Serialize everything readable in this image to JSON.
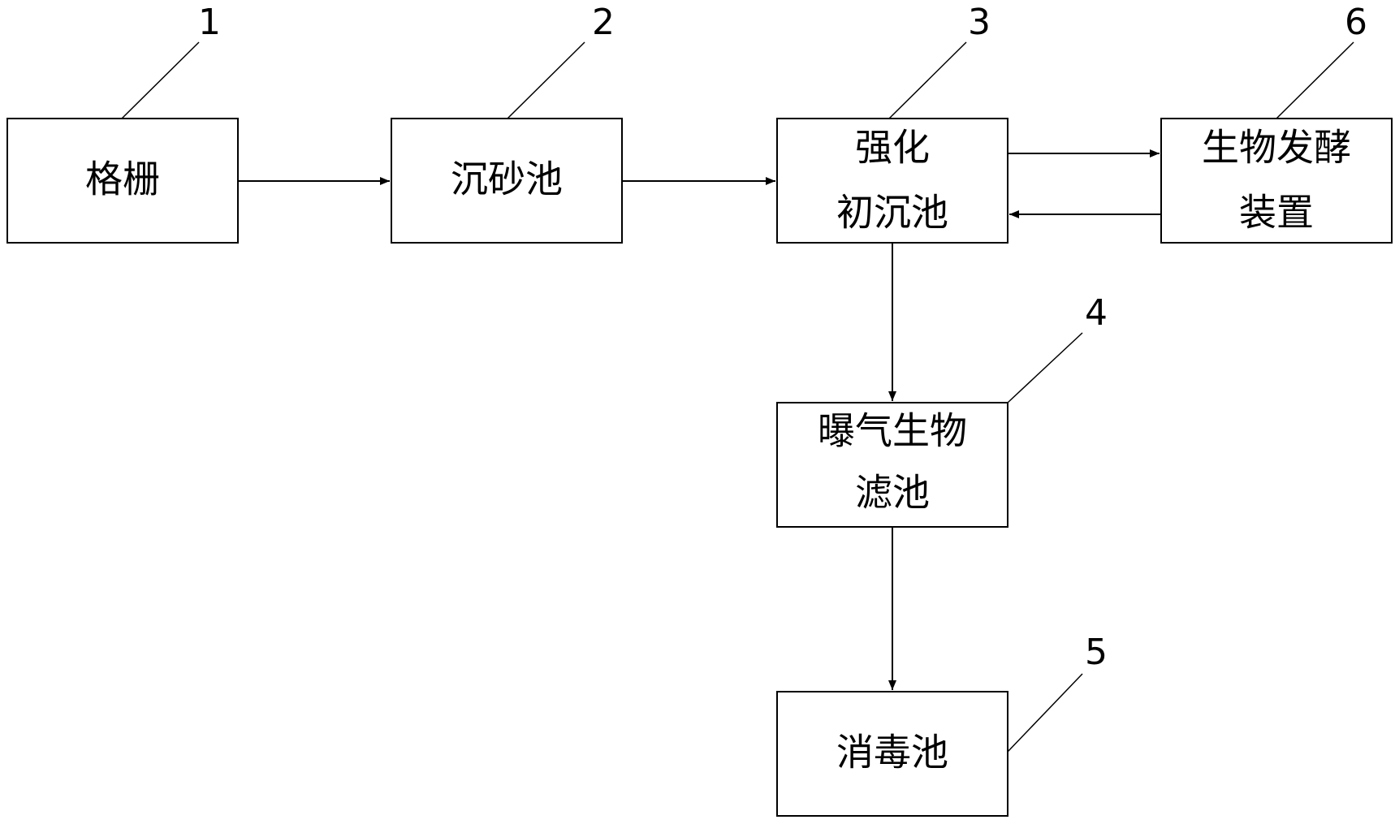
{
  "boxes": {
    "grille": {
      "number": "1",
      "lines": [
        "格栅"
      ]
    },
    "grit_chamber": {
      "number": "2",
      "lines": [
        "沉砂池"
      ]
    },
    "enhanced_primary_clarifier": {
      "number": "3",
      "lines": [
        "强化",
        "初沉池"
      ]
    },
    "biological_aerated_filter": {
      "number": "4",
      "lines": [
        "曝气生物",
        "滤池"
      ]
    },
    "disinfection_tank": {
      "number": "5",
      "lines": [
        "消毒池"
      ]
    },
    "bio_fermentation_device": {
      "number": "6",
      "lines": [
        "生物发酵",
        "装置"
      ]
    }
  },
  "colors": {
    "stroke": "#000000",
    "background": "#ffffff"
  }
}
